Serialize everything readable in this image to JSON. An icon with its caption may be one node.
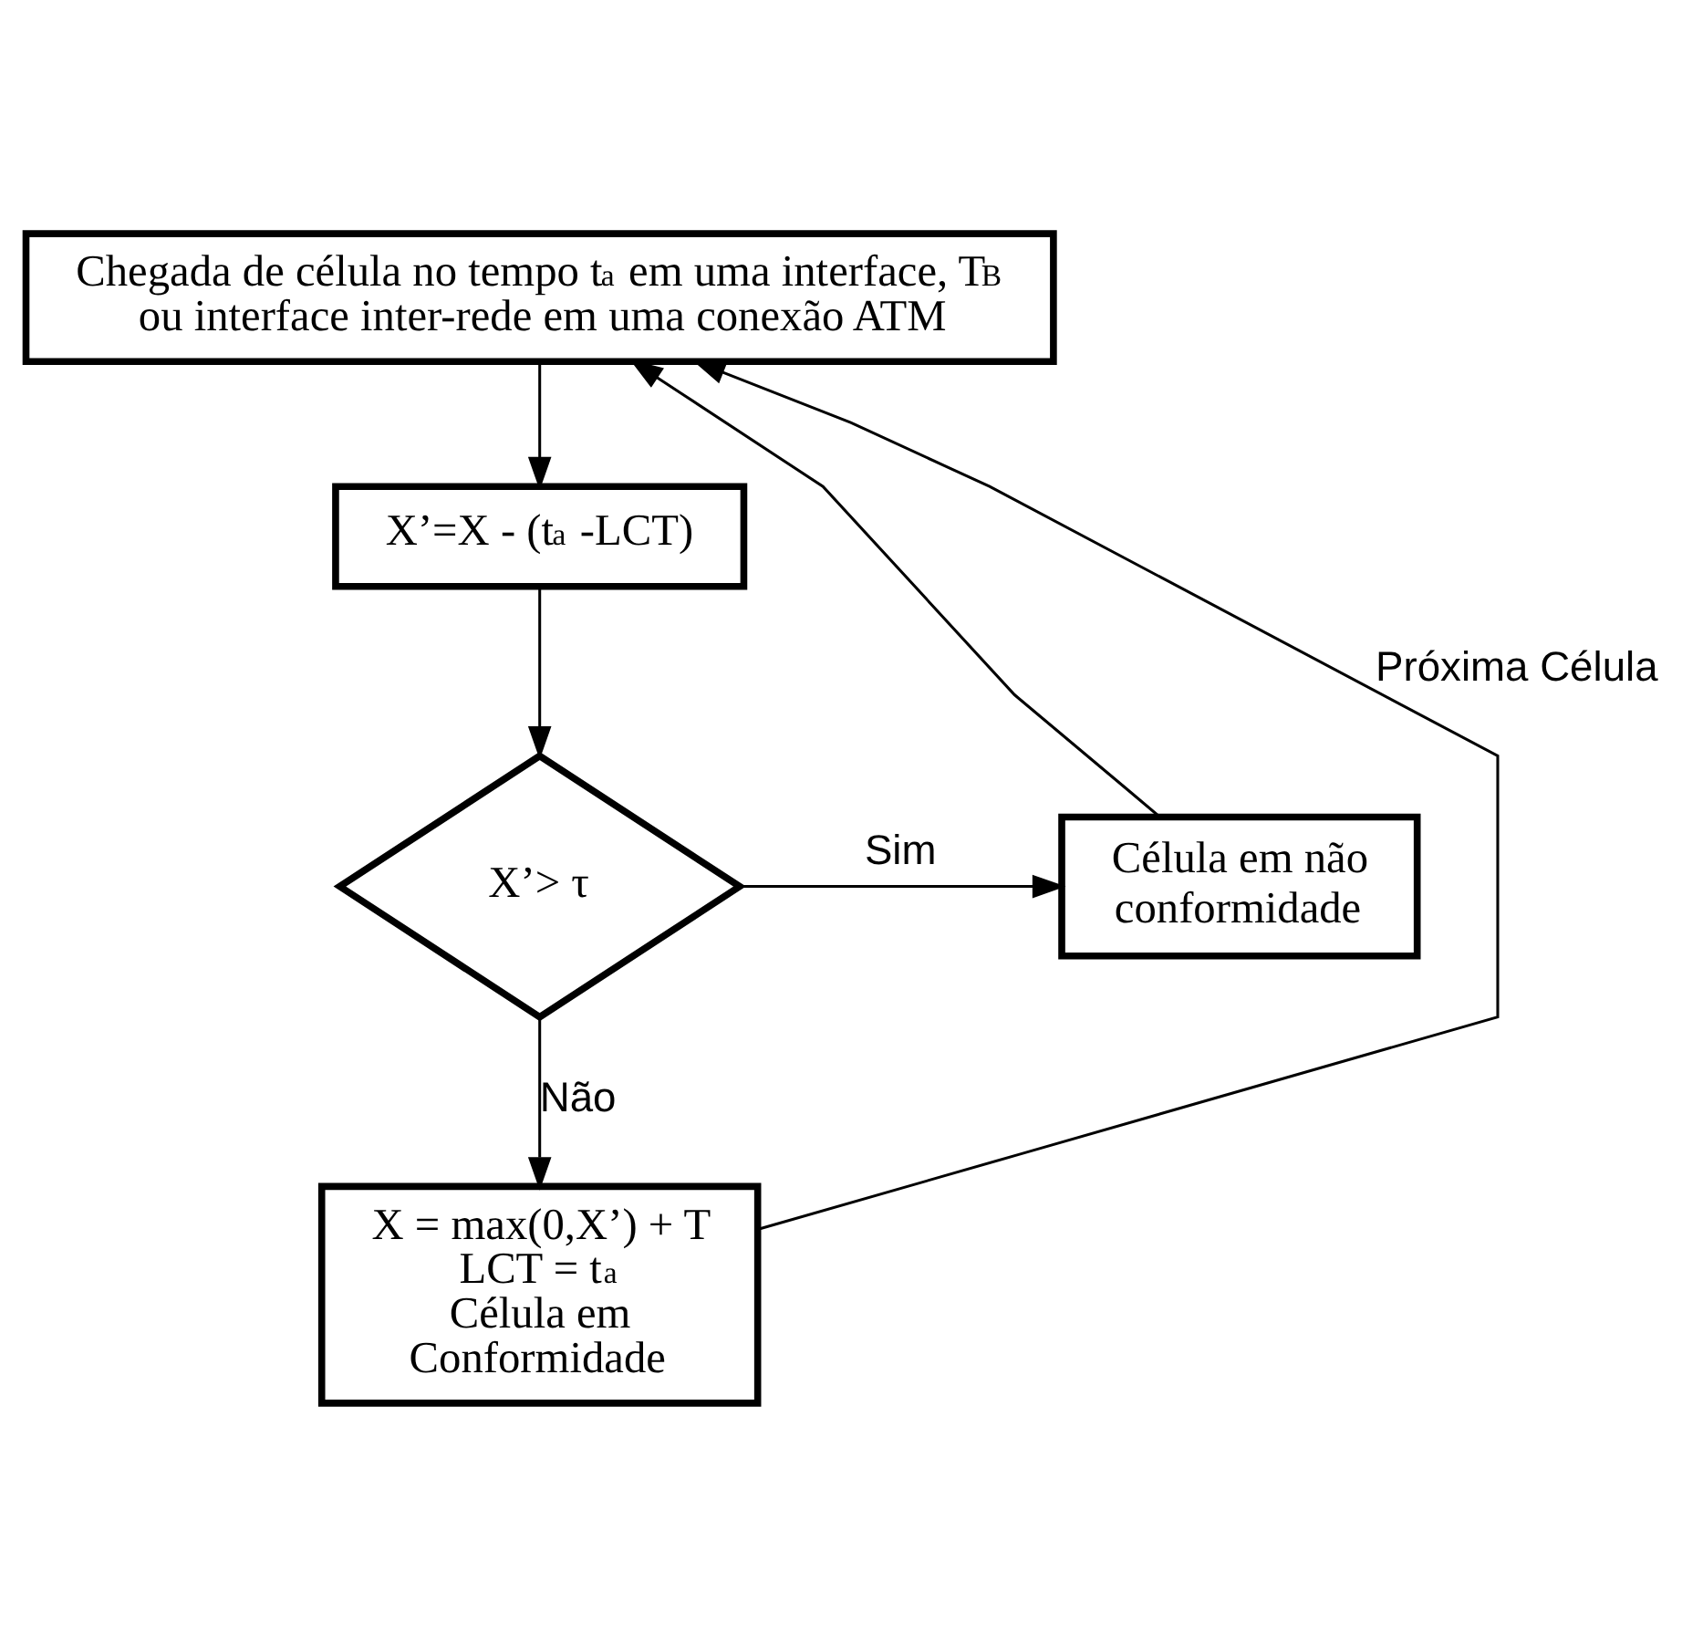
{
  "diagram": {
    "nodes": [
      {
        "text": [
          "Chegada de célula no tempo t$_{a}$ em uma interface, T$_{B}$ ou interface inter-rede em uma conexão ATM"
        ]
      },
      {
        "text": [
          "X’=X - (t$_{a}$ -LCT)"
        ]
      },
      {
        "text": [
          "X’> τ"
        ]
      },
      {
        "text": [
          "Célula em não conformidade"
        ]
      },
      {
        "text": [
          "X = max(0,X’) + T",
          "LCT = t$_{a}$",
          "Célula em Conformidade"
        ]
      }
    ],
    "edges": [
      {
        "from": 0,
        "to": 1,
        "arrow": "to"
      },
      {
        "from": 1,
        "to": 2,
        "arrow": "to"
      },
      {
        "from": 2,
        "to": 3,
        "arrow": "to",
        "label": "Sim"
      },
      {
        "from": 2,
        "to": 4,
        "arrow": "to",
        "label": "Não"
      },
      {
        "from": 4,
        "to": 0,
        "arrow": "to",
        "label": "Próxima Célula"
      },
      {
        "from": 3,
        "to": 0,
        "arrow": "to"
      }
    ]
  }
}
